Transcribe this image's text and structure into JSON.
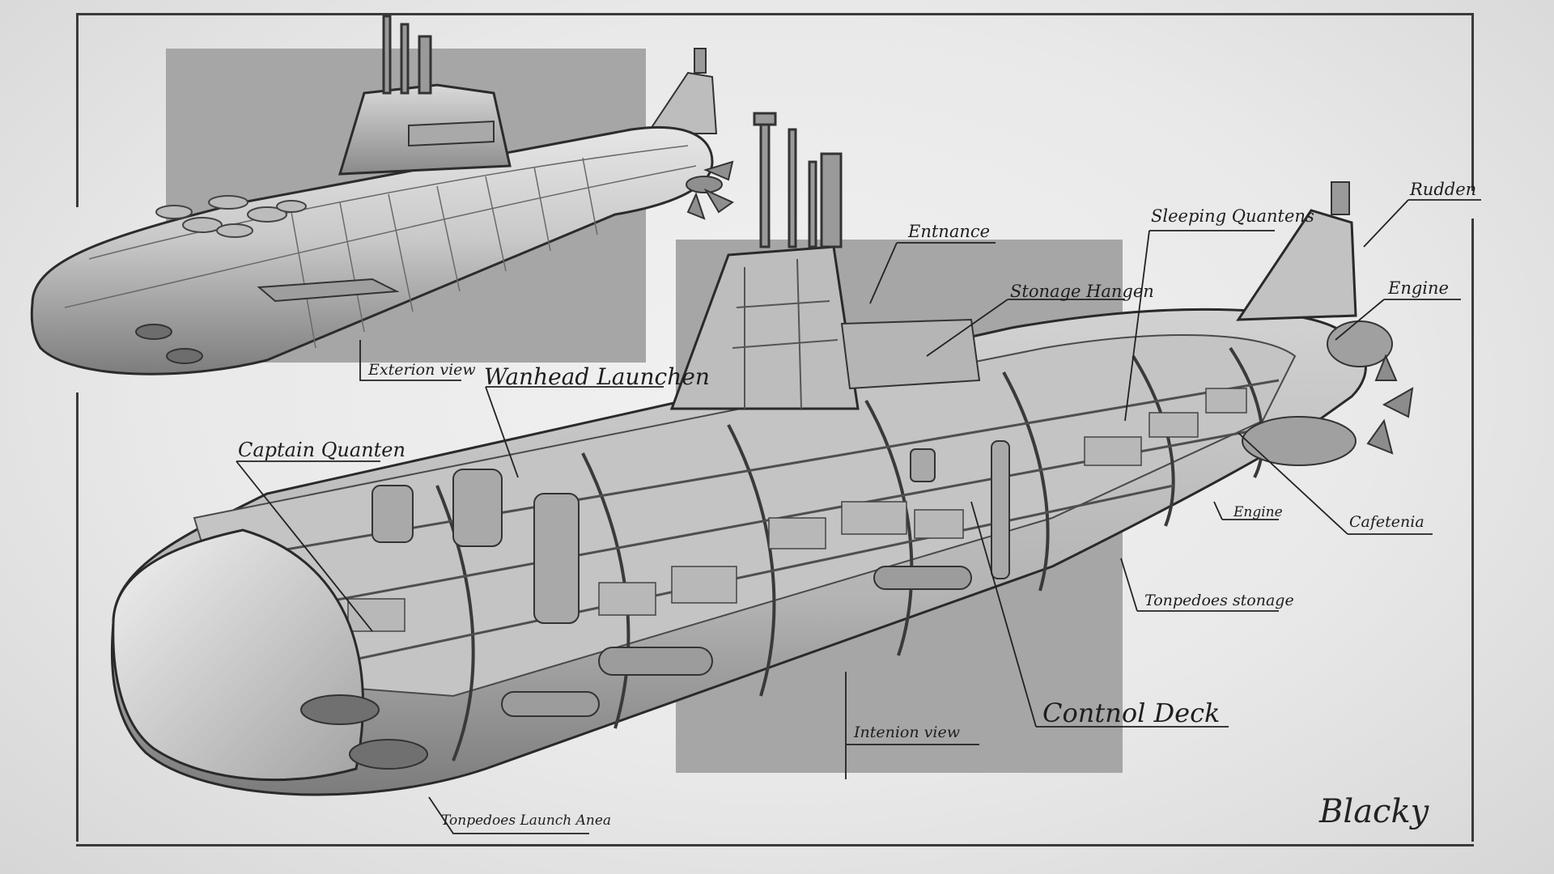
{
  "labels": {
    "exterior_view": "Exterion view",
    "interior_view": "Intenion view",
    "warhead_launcher": "Wanhead Launchen",
    "captain_quarter": "Captain Quanten",
    "torpedoes_launch_area": "Tonpedoes Launch Anea",
    "entrance": "Entnance",
    "storage_hangar": "Stonage Hangen",
    "sleeping_quarters": "Sleeping Quantens",
    "rudder": "Rudden",
    "engine_top": "Engine",
    "engine_bottom": "Engine",
    "cafeteria": "Cafetenia",
    "torpedoes_storage": "Tonpedoes stonage",
    "control_deck": "Contnol Deck"
  },
  "signature": "Blacky"
}
